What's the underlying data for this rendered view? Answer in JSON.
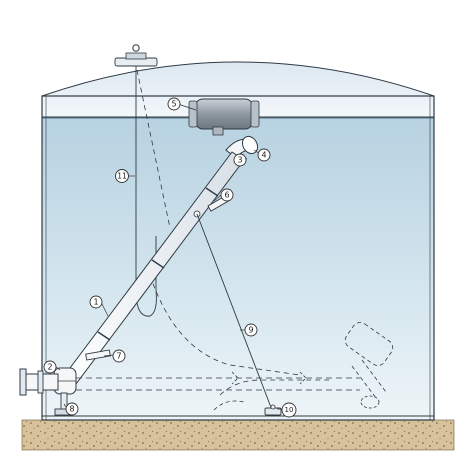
{
  "callouts": [
    {
      "id": "1",
      "label": "1"
    },
    {
      "id": "2",
      "label": "2"
    },
    {
      "id": "3",
      "label": "3"
    },
    {
      "id": "4",
      "label": "4"
    },
    {
      "id": "5",
      "label": "5"
    },
    {
      "id": "6",
      "label": "6"
    },
    {
      "id": "7",
      "label": "7"
    },
    {
      "id": "8",
      "label": "8"
    },
    {
      "id": "9",
      "label": "9"
    },
    {
      "id": "10",
      "label": "10"
    },
    {
      "id": "11",
      "label": "11"
    }
  ],
  "colors": {
    "water_top": "#bcd6e4",
    "water_bottom": "#e9f2f6",
    "roof": "#e6eef5",
    "steel": "#f4f6f8",
    "outline": "#2f3a44",
    "ground": "#d9c39c",
    "ground_dots": "#8a7450",
    "float_body": "#9aa5ae"
  }
}
